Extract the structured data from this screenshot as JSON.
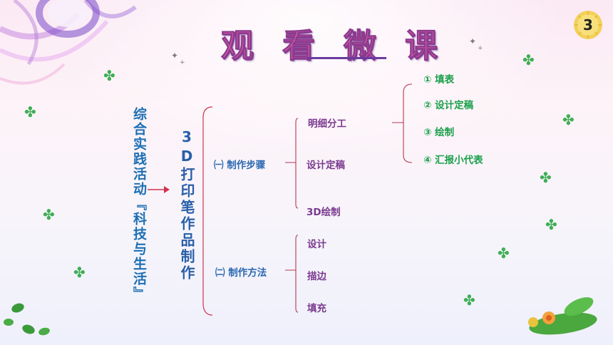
{
  "title": {
    "part1": "观 看 ",
    "part2": "微 课"
  },
  "page_number": "3",
  "topic": "综合实践活动『科技与生活』",
  "subject": "3D打印笔作品制作",
  "branches": [
    {
      "label": "㈠ 制作步骤",
      "children": [
        "明细分工",
        "设计定稿",
        "3D绘制"
      ]
    },
    {
      "label": "㈡ 制作方法",
      "children": [
        "设计",
        "描边",
        "填充"
      ]
    }
  ],
  "division_items": [
    "① 填表",
    "② 设计定稿",
    "③ 绘制",
    "④ 汇报小代表"
  ],
  "colors": {
    "title": "#e75fa6",
    "topic": "#1d6fb4",
    "branch": "#2a68b0",
    "child": "#7a3a8e",
    "item": "#1aa04a",
    "bracket": "#d0334f"
  }
}
